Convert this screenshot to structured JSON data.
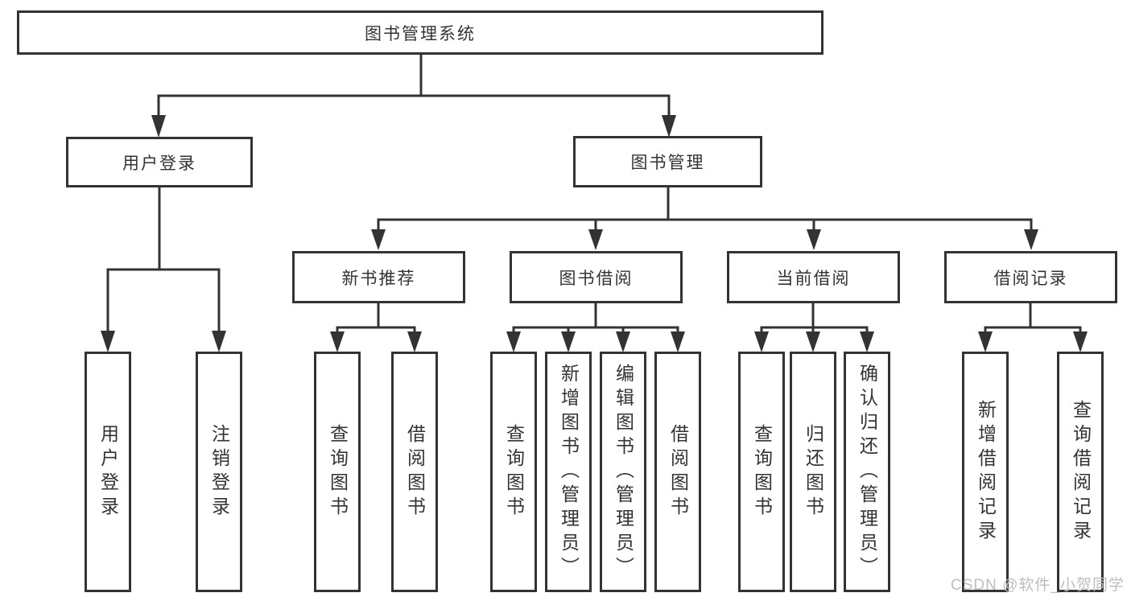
{
  "diagram": {
    "type": "hierarchy-tree",
    "nodes": {
      "root": {
        "label": "图书管理系统"
      },
      "level2": [
        {
          "label": "用户登录"
        },
        {
          "label": "图书管理"
        }
      ],
      "level3": [
        {
          "label": "新书推荐",
          "parent": "图书管理"
        },
        {
          "label": "图书借阅",
          "parent": "图书管理"
        },
        {
          "label": "当前借阅",
          "parent": "图书管理"
        },
        {
          "label": "借阅记录",
          "parent": "图书管理"
        }
      ],
      "leaves": [
        {
          "label": "用户登录",
          "parent": "用户登录"
        },
        {
          "label": "注销登录",
          "parent": "用户登录"
        },
        {
          "label": "查询图书",
          "parent": "新书推荐"
        },
        {
          "label": "借阅图书",
          "parent": "新书推荐"
        },
        {
          "label": "查询图书",
          "parent": "图书借阅"
        },
        {
          "label": "新增图书（管理员）",
          "parent": "图书借阅"
        },
        {
          "label": "编辑图书（管理员）",
          "parent": "图书借阅"
        },
        {
          "label": "借阅图书",
          "parent": "图书借阅"
        },
        {
          "label": "查询图书",
          "parent": "当前借阅"
        },
        {
          "label": "归还图书",
          "parent": "当前借阅"
        },
        {
          "label": "确认归还（管理员）",
          "parent": "当前借阅"
        },
        {
          "label": "新增借阅记录",
          "parent": "借阅记录"
        },
        {
          "label": "查询借阅记录",
          "parent": "借阅记录"
        }
      ]
    },
    "colors": {
      "line": "#333333",
      "box_border": "#333333",
      "text": "#333333",
      "background": "#ffffff",
      "watermark": "#bdbdbd"
    }
  },
  "watermark": "CSDN @软件_小贺同学"
}
